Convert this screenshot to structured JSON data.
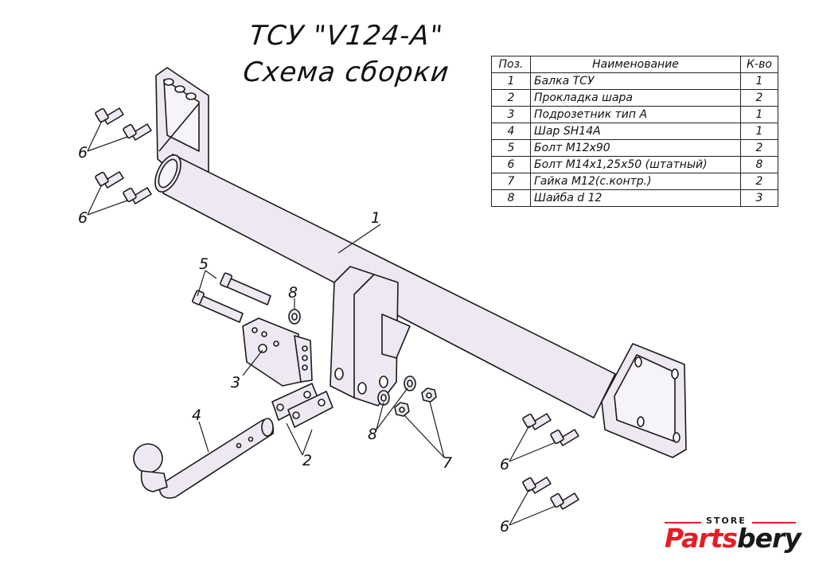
{
  "title_line1": "ТСУ \"V124-А\"",
  "title_line2": "Схема сборки",
  "spec_table": {
    "headers": {
      "pos": "Поз.",
      "name": "Наименование",
      "qty": "К-во"
    },
    "rows": [
      {
        "pos": "1",
        "name": "Балка ТСУ",
        "qty": "1"
      },
      {
        "pos": "2",
        "name": "Прокладка шара",
        "qty": "2"
      },
      {
        "pos": "3",
        "name": "Подрозетник тип А",
        "qty": "1"
      },
      {
        "pos": "4",
        "name": "Шар SH14A",
        "qty": "1"
      },
      {
        "pos": "5",
        "name": "Болт М12х90",
        "qty": "2"
      },
      {
        "pos": "6",
        "name": "Болт М14х1,25х50 (штатный)",
        "qty": "8"
      },
      {
        "pos": "7",
        "name": "Гайка М12(с.контр.)",
        "qty": "2"
      },
      {
        "pos": "8",
        "name": "Шайба d 12",
        "qty": "3"
      }
    ]
  },
  "callouts": {
    "c1": "1",
    "c2": "2",
    "c3": "3",
    "c4": "4",
    "c5": "5",
    "c6a": "6",
    "c6b": "6",
    "c6c": "6",
    "c6d": "6",
    "c7": "7",
    "c8a": "8",
    "c8b": "8"
  },
  "logo": {
    "store": "STORE",
    "part1": "Parts",
    "part2": "bery"
  },
  "colors": {
    "drawing_fill": "#ede8f2",
    "line": "#1a1a1a",
    "brand_red": "#e41e26"
  }
}
